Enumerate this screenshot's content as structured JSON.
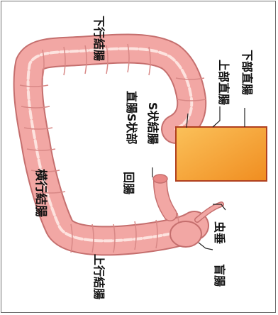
{
  "labels": {
    "descending_colon": "下行結腸",
    "transverse_colon": "横行結腸",
    "ascending_colon": "上行結腸",
    "cecum": "盲腸",
    "appendix": "虫垂",
    "ileum": "回腸",
    "sigmoid_colon": "S状結腸",
    "rectosigmoid": "直腸S状部",
    "upper_rectum": "上部直腸",
    "lower_rectum": "下部直腸"
  },
  "colors": {
    "colon_fill": "#f2a7a4",
    "colon_edge": "#c56f6e",
    "colon_highlight": "#fde3df",
    "rectum_box_fill": "#f7a92f",
    "rectum_box_edge": "#b0401f",
    "frame": "#6f6f6f"
  }
}
